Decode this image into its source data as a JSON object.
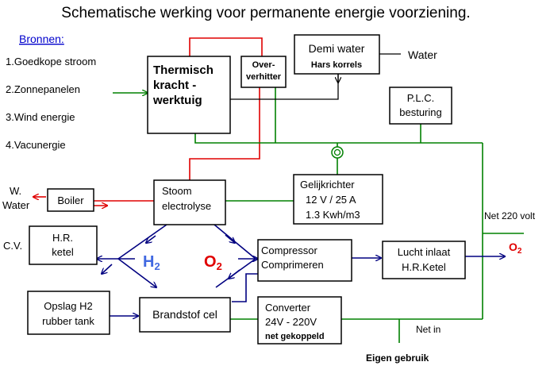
{
  "title": "Schematische werking voor permanente energie voorziening.",
  "sources": {
    "heading": "Bronnen:",
    "items": [
      "1.Goedkope stroom",
      "2.Zonnepanelen",
      "3.Wind energie",
      "4.Vacunergie"
    ]
  },
  "blocks": {
    "tkw": [
      "Thermisch",
      "kracht -",
      "werktuig"
    ],
    "oververhitter": [
      "Over-",
      "verhitter"
    ],
    "demi": [
      "Demi water",
      "Hars korrels"
    ],
    "plc": [
      "P.L.C.",
      "besturing"
    ],
    "boiler": "Boiler",
    "stoom": [
      "Stoom",
      "electrolyse"
    ],
    "gelijkrichter": [
      "Gelijkrichter",
      "12 V / 25 A",
      "1.3 Kwh/m3"
    ],
    "hrketel": [
      "H.R.",
      "ketel"
    ],
    "compressor": [
      "Compressor",
      "Comprimeren"
    ],
    "lucht": [
      "Lucht inlaat",
      "H.R.Ketel"
    ],
    "opslag": [
      "Opslag H2",
      "rubber tank"
    ],
    "brandstof": "Brandstof cel",
    "converter": [
      "Converter",
      "24V - 220V",
      "net gekoppeld"
    ]
  },
  "labels": {
    "water": "Water",
    "w_water": [
      "W.",
      "Water"
    ],
    "cv": "C.V.",
    "h2": "H",
    "h2_sub": "2",
    "o2": "O",
    "o2_sub": "2",
    "o2_out": "O2",
    "net220": "Net 220 volt",
    "netin": "Net in",
    "eigen": "Eigen gebruik"
  },
  "colors": {
    "electric": "#008000",
    "heat": "#e00000",
    "gas": "#000080",
    "hydrogen": "#4169e1",
    "oxygen": "#e00000"
  }
}
